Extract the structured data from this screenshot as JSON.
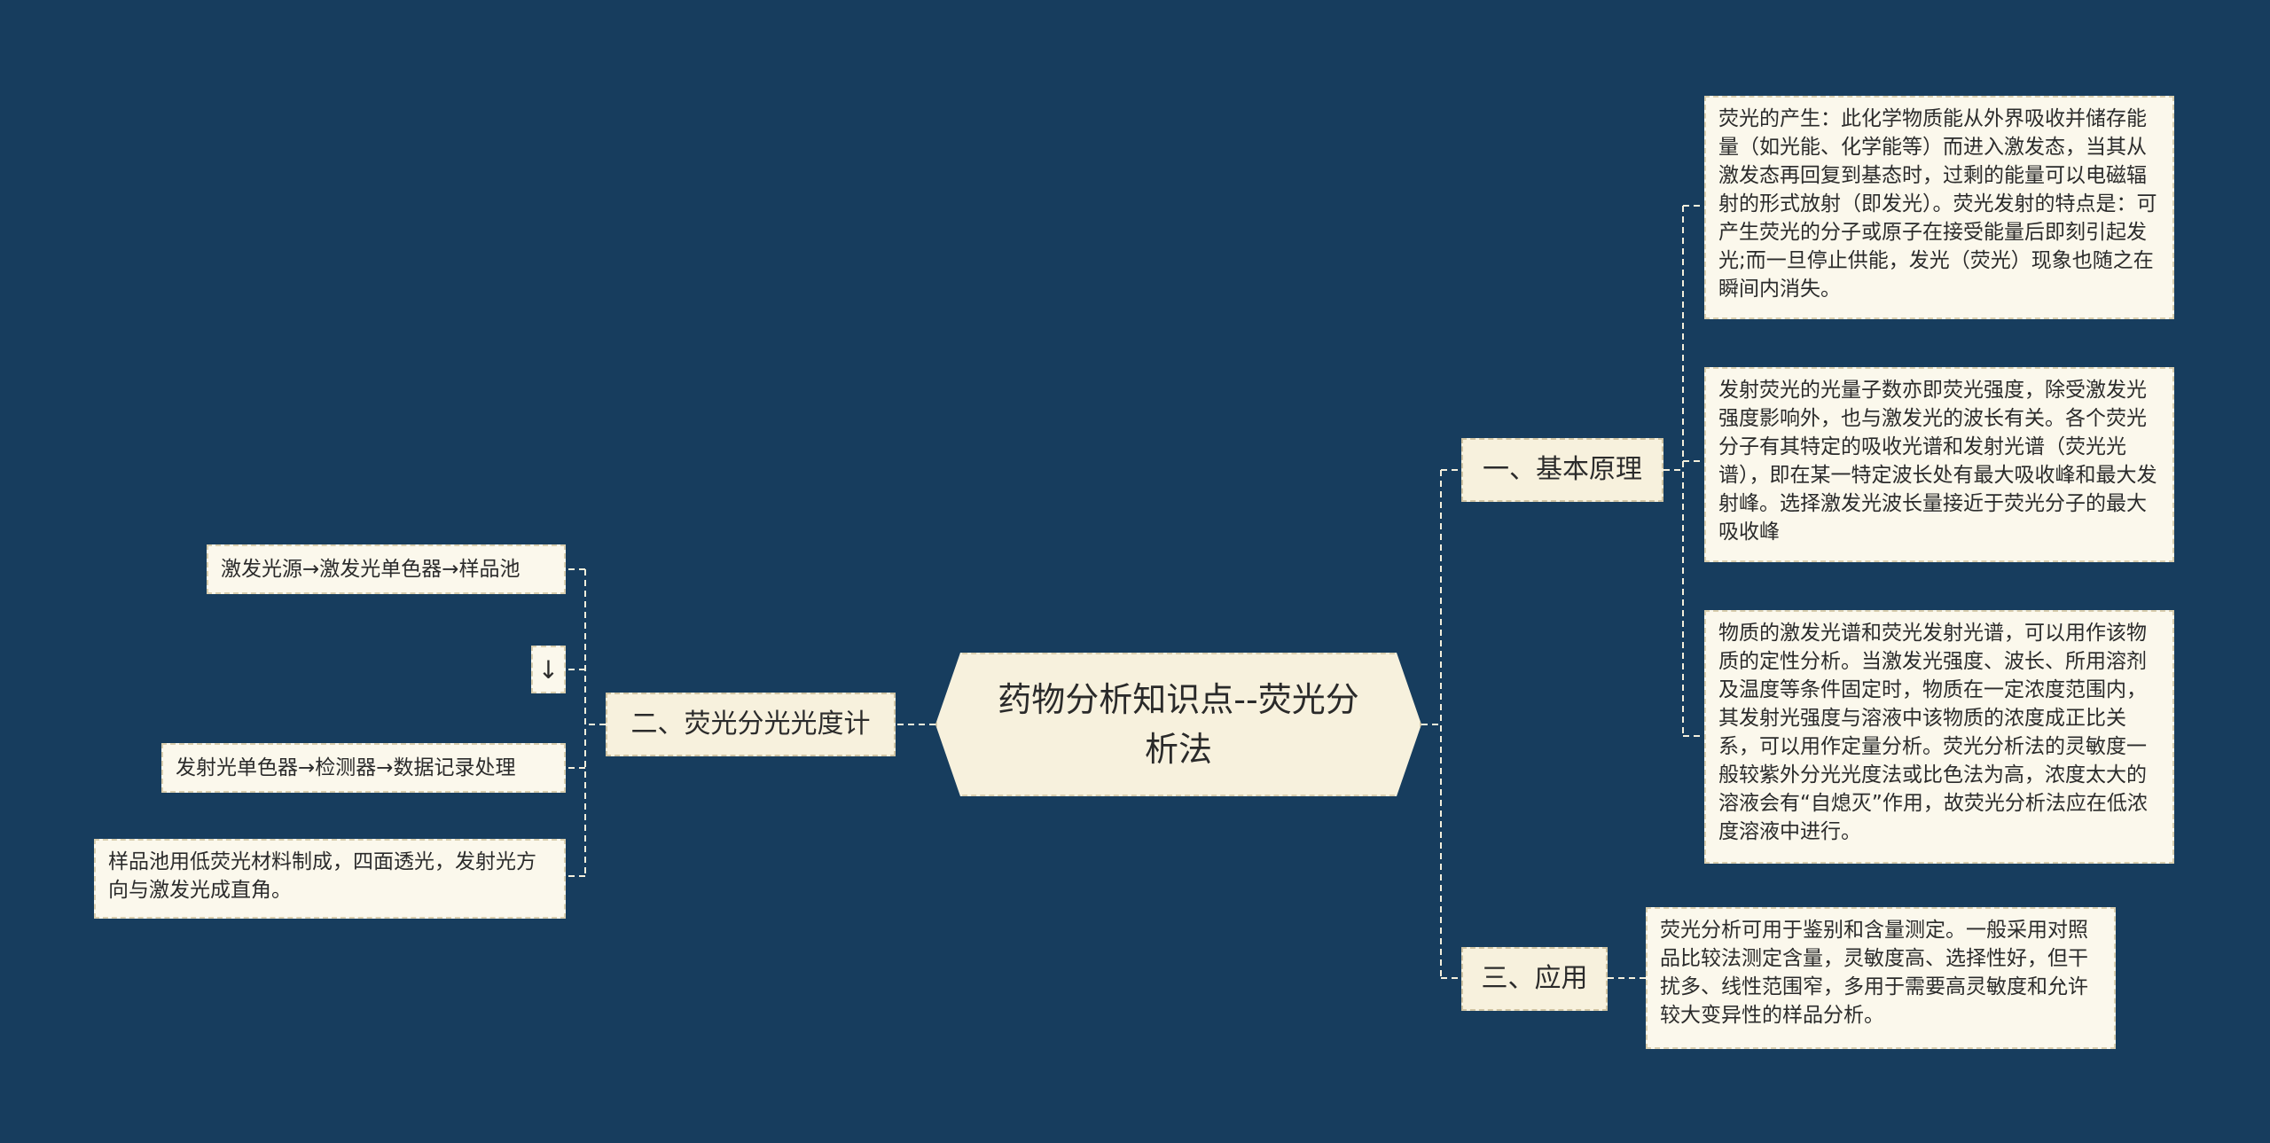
{
  "central": "药物分析知识点--荧光分析法",
  "branches": {
    "principle": {
      "label": "一、基本原理",
      "leaves": [
        "荧光的产生：此化学物质能从外界吸收并储存能量（如光能、化学能等）而进入激发态，当其从激发态再回复到基态时，过剩的能量可以电磁辐射的形式放射（即发光）。荧光发射的特点是：可产生荧光的分子或原子在接受能量后即刻引起发光;而一旦停止供能，发光（荧光）现象也随之在瞬间内消失。",
        "发射荧光的光量子数亦即荧光强度，除受激发光强度影响外，也与激发光的波长有关。各个荧光分子有其特定的吸收光谱和发射光谱（荧光光谱），即在某一特定波长处有最大吸收峰和最大发射峰。选择激发光波长量接近于荧光分子的最大吸收峰",
        "物质的激发光谱和荧光发射光谱，可以用作该物质的定性分析。当激发光强度、波长、所用溶剂及温度等条件固定时，物质在一定浓度范围内，其发射光强度与溶液中该物质的浓度成正比关系，可以用作定量分析。荧光分析法的灵敏度一般较紫外分光光度法或比色法为高，浓度太大的溶液会有“自熄灭”作用，故荧光分析法应在低浓度溶液中进行。"
      ]
    },
    "application": {
      "label": "三、应用",
      "leaves": [
        "荧光分析可用于鉴别和含量测定。一般采用对照品比较法测定含量，灵敏度高、选择性好，但干扰多、线性范围窄，多用于需要高灵敏度和允许较大变异性的样品分析。"
      ]
    },
    "instrument": {
      "label": "二、荧光分光光度计",
      "leaves": [
        "激发光源→激发光单色器→样品池",
        "↓",
        "发射光单色器→检测器→数据记录处理",
        "样品池用低荧光材料制成，四面透光，发射光方向与激发光成直角。"
      ]
    }
  }
}
